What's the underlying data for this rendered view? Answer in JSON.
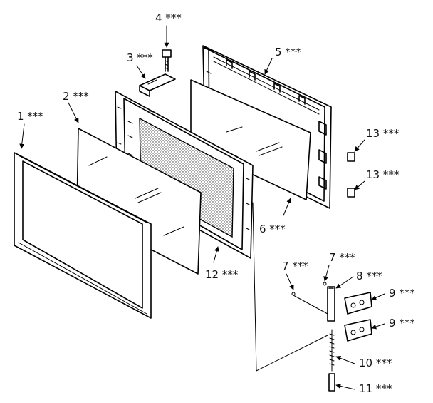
{
  "callouts": [
    {
      "id": "c1",
      "label": "1 ***"
    },
    {
      "id": "c2",
      "label": "2 ***"
    },
    {
      "id": "c3",
      "label": "3 ***"
    },
    {
      "id": "c4",
      "label": "4 ***"
    },
    {
      "id": "c5",
      "label": "5 ***"
    },
    {
      "id": "c6",
      "label": "6 ***"
    },
    {
      "id": "c7a",
      "label": "7 ***"
    },
    {
      "id": "c7b",
      "label": "7 ***"
    },
    {
      "id": "c8",
      "label": "8 ***"
    },
    {
      "id": "c9a",
      "label": "9 ***"
    },
    {
      "id": "c9b",
      "label": "9 ***"
    },
    {
      "id": "c10",
      "label": "10 ***"
    },
    {
      "id": "c11",
      "label": "11 ***"
    },
    {
      "id": "c12",
      "label": "12 ***"
    },
    {
      "id": "c13a",
      "label": "13 ***"
    },
    {
      "id": "c13b",
      "label": "13 ***"
    }
  ],
  "colors": {
    "ink": "#000000",
    "paper": "#ffffff"
  }
}
